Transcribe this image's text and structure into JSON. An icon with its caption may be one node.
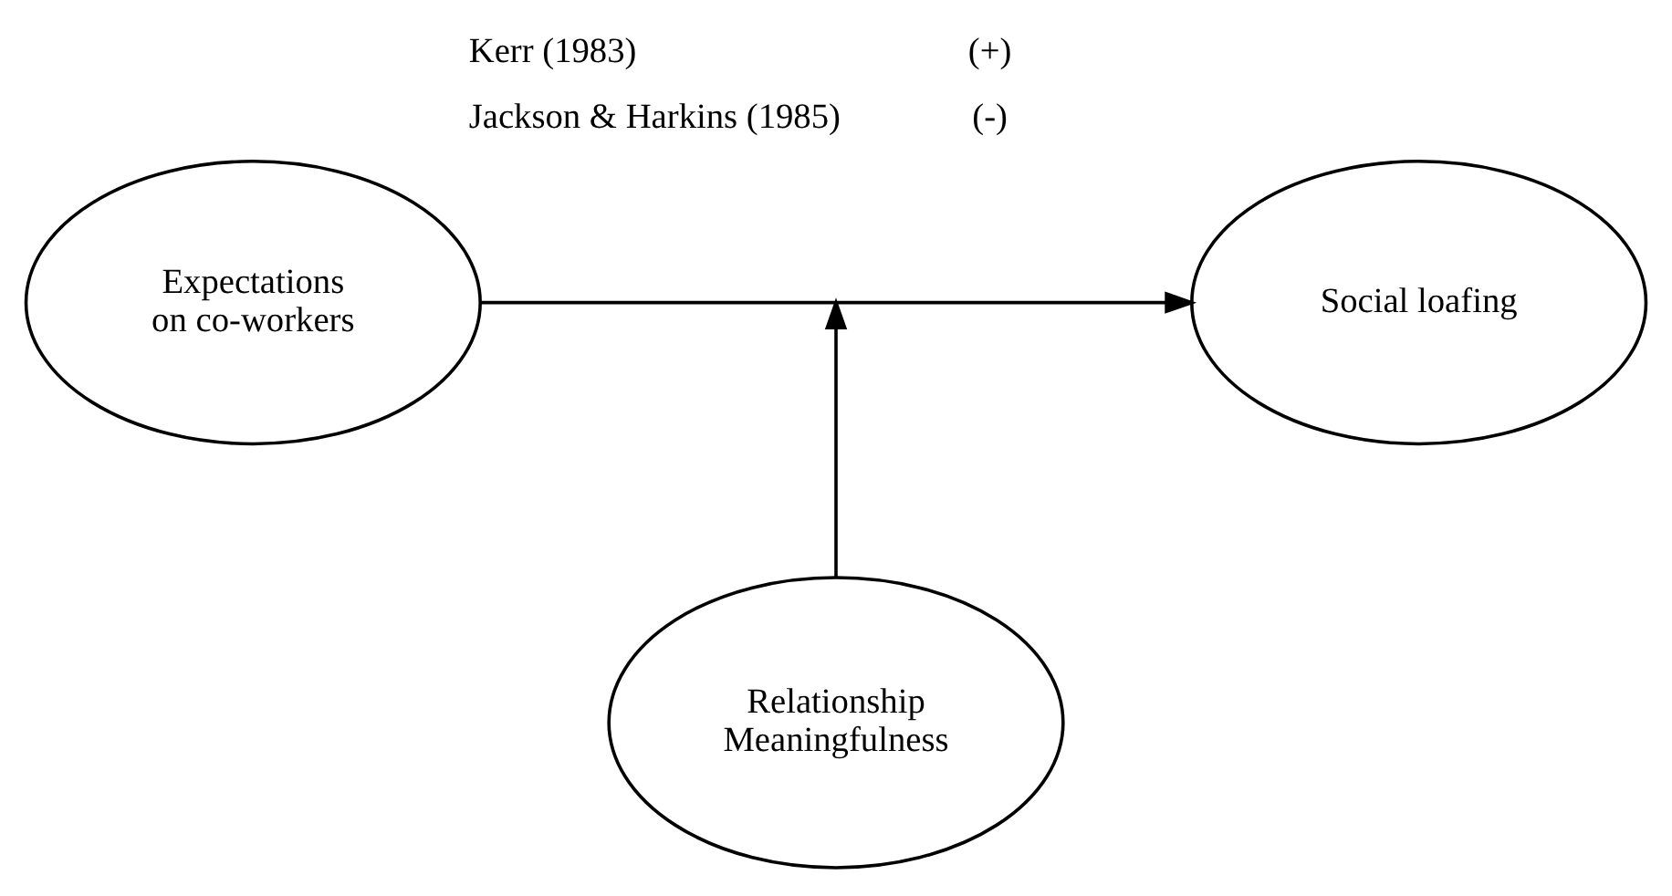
{
  "diagram": {
    "nodes": [
      {
        "text": [
          "Expectations on co-workers"
        ]
      },
      {
        "text": [
          "Social loafing"
        ]
      },
      {
        "text": [
          "Relationship Meaningfulness"
        ]
      }
    ],
    "edges": [
      {
        "from": 0,
        "to": 1,
        "arrow": "to"
      },
      {
        "from": 2,
        "to": null,
        "arrow": "to"
      }
    ],
    "labels": [
      "Kerr (1983)",
      "(+)",
      "Jackson & Harkins (1985)",
      "(-)"
    ]
  }
}
